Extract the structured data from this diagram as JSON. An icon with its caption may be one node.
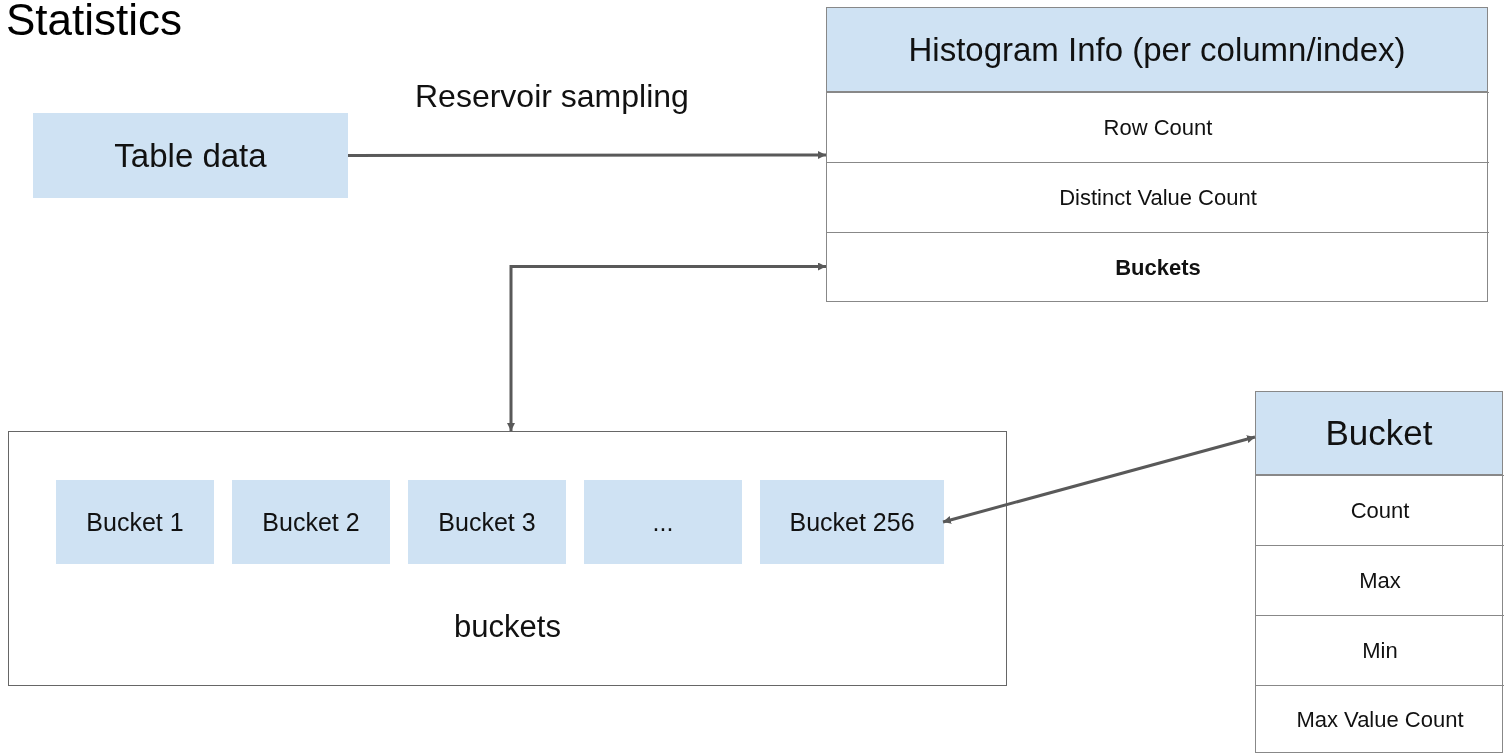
{
  "diagram": {
    "title": "Statistics",
    "nodes": [
      {
        "text": [
          "Table data"
        ]
      },
      {
        "text": [
          "Histogram Info (per column/index)"
        ]
      },
      {
        "text": [
          "Row Count"
        ],
        "in": 1
      },
      {
        "text": [
          "Distinct Value Count"
        ],
        "in": 1
      },
      {
        "text": [
          "Buckets"
        ],
        "in": 1
      },
      {
        "text": [
          "buckets"
        ]
      },
      {
        "text": [
          "Bucket 1"
        ],
        "in": 5
      },
      {
        "text": [
          "Bucket 2"
        ],
        "in": 5
      },
      {
        "text": [
          "Bucket 3"
        ],
        "in": 5
      },
      {
        "text": [
          "..."
        ],
        "in": 5
      },
      {
        "text": [
          "Bucket 256"
        ],
        "in": 5
      },
      {
        "text": [
          "Bucket"
        ]
      },
      {
        "text": [
          "Count"
        ],
        "in": 11
      },
      {
        "text": [
          "Max"
        ],
        "in": 11
      },
      {
        "text": [
          "Min"
        ],
        "in": 11
      },
      {
        "text": [
          "Max Value Count"
        ],
        "in": 11
      }
    ],
    "edges": [
      {
        "from": 0,
        "to": 1,
        "arrow": "to",
        "label": "Reservoir sampling"
      },
      {
        "from": 4,
        "to": 5,
        "arrow": "both"
      },
      {
        "from": 10,
        "to": 11,
        "arrow": "both"
      }
    ]
  }
}
